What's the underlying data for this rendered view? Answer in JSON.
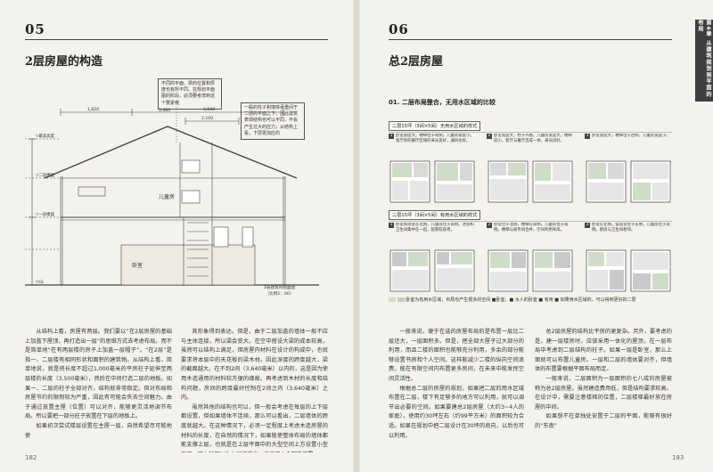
{
  "left": {
    "section_number": "05",
    "section_title": "2层房屋的构造",
    "callout_1": "不同的平面、梁的位置和厚度也有所不同。在规划平面图的阶段，必须要考虑到这个要素哦",
    "callout_2": "一般的柱子和墙体承重间于二层的平面之下，因此建筑表现结构也可以不同，不会产生过大的应力，从结构上看，下层更加应的",
    "section_caption_1": "2层建筑的剖面图",
    "section_caption_2": "（比例1：60）",
    "drawing_labels": {
      "room_upper": "儿童房",
      "room_lower": "卧室",
      "dim_total": "5,460",
      "dim_a": "1,820",
      "dim_b": "3,640",
      "dim_top": "2,100",
      "lvl_1": "▽最高高度",
      "lvl_2": "▽二层楼面",
      "lvl_3": "▽一层楼面",
      "lvl_4": "▽GL"
    },
    "body_col1": [
      "从结构上看，房屋有两层。我们要以“在2层房屋的基础上加盖下屋顶，再打造出一层”的思维方式去考虑布局。而不是简单地“在有两层楼的房子上加盖一层帽子”。“在2层”是指一、二层楼有相同形状和面积的建筑物。从结构上看，简单地说，就是将长度不超过1,000毫米的平房柱子延伸至两层楼的长度（3,500毫米），然后在中间打造二层的地板。如果一、二层的柱子全部对齐，结构就非常稳定。但对布局和房屋节约的限制较为严重，因此有可能会失去空间魅力。由于通过放置主屋（位置）可以对齐，能够更灵活地调节布局。所以要把一部分柱子放置在下层的地板上。",
      "如果初次尝试楼层设置在主屋一层，自然希望尽可能地使"
    ],
    "body_col2": [
      "其形象得到表达。但是，由于二层加盖的墙体一般不应与主体连接，所以梁会变大。在空中搭设大梁的成本较高，虽然可以结构上满足，但房屋内材料在设计的构成中，也就要求将本层中的天花板的梁木材。因此深度的跨度越大，梁的截面越大。在不到2间（3,640毫米）以内的，这是因为使用木造通用的材料较方便的缘故。再考虑到木材的长度和结构问题，房间的跨度最好控制在2间之内（3,640毫米）之内。",
      "虽然其他的结构也可以，但一般会考虑在每层的上下层都设置，但如果墙体不连续，那么可以看出，二层墙体的跨度就越大。在这种情况下，必须一定程度上考虑木造房屋的材料的长度，在自然的情况下，如果能使整体布局的墙体都能支撑上层，也就是在上层平面中的大型空间上方设置小型房间，那么就可以为上层打造出一块空间上合理的位置。"
    ]
  },
  "right": {
    "section_number": "06",
    "section_title": "总2层房屋",
    "side_tab": "第4章 从建筑规划到平面的布局",
    "sub_heading": "01. 二层布局整合，无用水区域的比较",
    "group_a_label": "二层15坪（3间×5间）无用水区域的样式",
    "group_b_label": "二层15坪（3间×5间）有用水区域的样式",
    "plans_a": [
      {
        "num": "1",
        "desc": "卧室宽度大。楼梯位于南侧，儿童房宽度小。客厅旁的餐厅区域的采光良好，通风也好。"
      },
      {
        "num": "2",
        "desc": "卧室宽度大，柱子齐整。儿童房宽度大，楼梯较小。客厅与餐厅连成一体，采光良好。"
      },
      {
        "num": "3",
        "desc": "卧室宽度大，楼梯位于西侧，儿童房宽度小。"
      }
    ],
    "plans_b": [
      {
        "num": "1",
        "desc": "卧室和浴室在北侧，儿童房位于南侧。浴室和卫生间集中在一起，配管较容易。"
      },
      {
        "num": "2",
        "desc": "卧室位于北侧，楼梯在南侧，儿童房位于南侧。楼梯与家务间合并，空间利用率高。"
      },
      {
        "num": "3",
        "desc": "卧室在北侧，盥洗室位于东侧，儿童房位于南侧。厨房与卫生间相邻。"
      }
    ],
    "legend_text": "卧室为有用水区域，布局也产生很多的空间 ■卧室，■ 水人的卧室 ■ 有用 ■ 如果用水区域的，可以得到更好的二层",
    "body_col1": [
      "一般来说，便于在选的房屋布局的是布置一层比二层还大，一层面积多。但是，把全部大屋子过大部分的利用，而且二楼的面积也能够充分利用，多余的部分能够设置书房和个人空间。这样能减少二楼的纵向空间浪费，能在有限空间内布置更多房间，在未来中能发挥空间灵活性。",
      "根据总二层的房屋的规划，如果把二层的用水区域布置在二层，楼下有足够多的地方可以利用，就可以调节出必要的空间。如果要建总2层房屋（大约3~4人的家庭），使用约30坪左右（约99平方米）的面积较为合适。如果在规划中把二层设计在30坪的南向，以后也可以利用。"
    ],
    "body_col2": [
      "总2层房屋的结构比平房的更复杂。另外，要考虑的是，建一层楼房时，应该采用一体化的屋顶，在一层布局中考虑到二层结构的柱子。如果一层是卧室，那么上面就可以布置儿童房。一层和二层的墙体要对齐，但墙体的布置要根据平面布局而定。",
      "一般来说，二层面积为一层面积的七八成的房屋被称为总2层房屋。虽然建造费用低，但是结构要求较高。在设计中，需要注意楼梯的位置，二层楼梯最好放在房屋的中间。",
      "如果想不在单独处安置于二层的平面，能够有很好的“东南”"
    ]
  },
  "page_numbers": {
    "left": "182",
    "right": "183"
  }
}
